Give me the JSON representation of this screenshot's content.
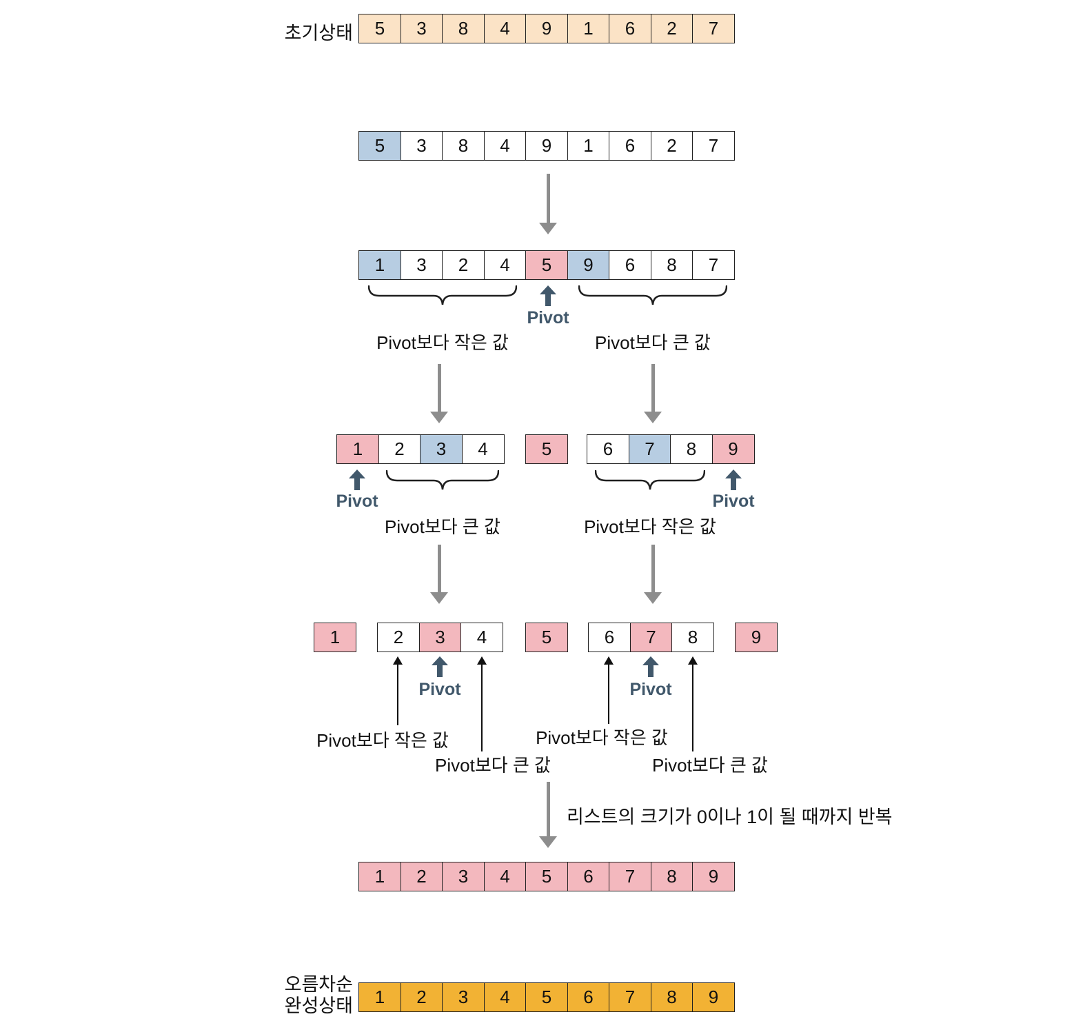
{
  "colors": {
    "peach": "#fbe3c6",
    "blue": "#b7cde2",
    "pink": "#f3b8be",
    "orange": "#f2b234",
    "arrow_gray": "#8d8d8d",
    "pivot_dark": "#41586b"
  },
  "labels": {
    "initial_state": "초기상태",
    "final_state": [
      "오름차순",
      "완성상태"
    ],
    "pivot": "Pivot",
    "smaller_than_pivot": "Pivot보다 작은 값",
    "larger_than_pivot": "Pivot보다 큰 값",
    "repeat_note": "리스트의 크기가 0이나 1이 될 때까지 반복"
  },
  "arrays": {
    "initial": [
      {
        "v": "5",
        "c": "peach"
      },
      {
        "v": "3",
        "c": "peach"
      },
      {
        "v": "8",
        "c": "peach"
      },
      {
        "v": "4",
        "c": "peach"
      },
      {
        "v": "9",
        "c": "peach"
      },
      {
        "v": "1",
        "c": "peach"
      },
      {
        "v": "6",
        "c": "peach"
      },
      {
        "v": "2",
        "c": "peach"
      },
      {
        "v": "7",
        "c": "peach"
      }
    ],
    "step1": [
      {
        "v": "5",
        "c": "blue"
      },
      {
        "v": "3"
      },
      {
        "v": "8"
      },
      {
        "v": "4"
      },
      {
        "v": "9"
      },
      {
        "v": "1"
      },
      {
        "v": "6"
      },
      {
        "v": "2"
      },
      {
        "v": "7"
      }
    ],
    "step2": [
      {
        "v": "1",
        "c": "blue"
      },
      {
        "v": "3"
      },
      {
        "v": "2"
      },
      {
        "v": "4"
      },
      {
        "v": "5",
        "c": "pink"
      },
      {
        "v": "9",
        "c": "blue"
      },
      {
        "v": "6"
      },
      {
        "v": "8"
      },
      {
        "v": "7"
      }
    ],
    "step3_left": [
      {
        "v": "1",
        "c": "pink"
      },
      {
        "v": "2"
      },
      {
        "v": "3",
        "c": "blue"
      },
      {
        "v": "4"
      }
    ],
    "step3_mid": [
      {
        "v": "5",
        "c": "pink"
      }
    ],
    "step3_right": [
      {
        "v": "6"
      },
      {
        "v": "7",
        "c": "blue"
      },
      {
        "v": "8"
      },
      {
        "v": "9",
        "c": "pink"
      }
    ],
    "step4_g1": [
      {
        "v": "1",
        "c": "pink"
      }
    ],
    "step4_g2": [
      {
        "v": "2"
      },
      {
        "v": "3",
        "c": "pink"
      },
      {
        "v": "4"
      }
    ],
    "step4_g3": [
      {
        "v": "5",
        "c": "pink"
      }
    ],
    "step4_g4": [
      {
        "v": "6"
      },
      {
        "v": "7",
        "c": "pink"
      },
      {
        "v": "8"
      }
    ],
    "step4_g5": [
      {
        "v": "9",
        "c": "pink"
      }
    ],
    "step5": [
      {
        "v": "1",
        "c": "pink"
      },
      {
        "v": "2",
        "c": "pink"
      },
      {
        "v": "3",
        "c": "pink"
      },
      {
        "v": "4",
        "c": "pink"
      },
      {
        "v": "5",
        "c": "pink"
      },
      {
        "v": "6",
        "c": "pink"
      },
      {
        "v": "7",
        "c": "pink"
      },
      {
        "v": "8",
        "c": "pink"
      },
      {
        "v": "9",
        "c": "pink"
      }
    ],
    "final": [
      {
        "v": "1",
        "c": "orange"
      },
      {
        "v": "2",
        "c": "orange"
      },
      {
        "v": "3",
        "c": "orange"
      },
      {
        "v": "4",
        "c": "orange"
      },
      {
        "v": "5",
        "c": "orange"
      },
      {
        "v": "6",
        "c": "orange"
      },
      {
        "v": "7",
        "c": "orange"
      },
      {
        "v": "8",
        "c": "orange"
      },
      {
        "v": "9",
        "c": "orange"
      }
    ]
  }
}
